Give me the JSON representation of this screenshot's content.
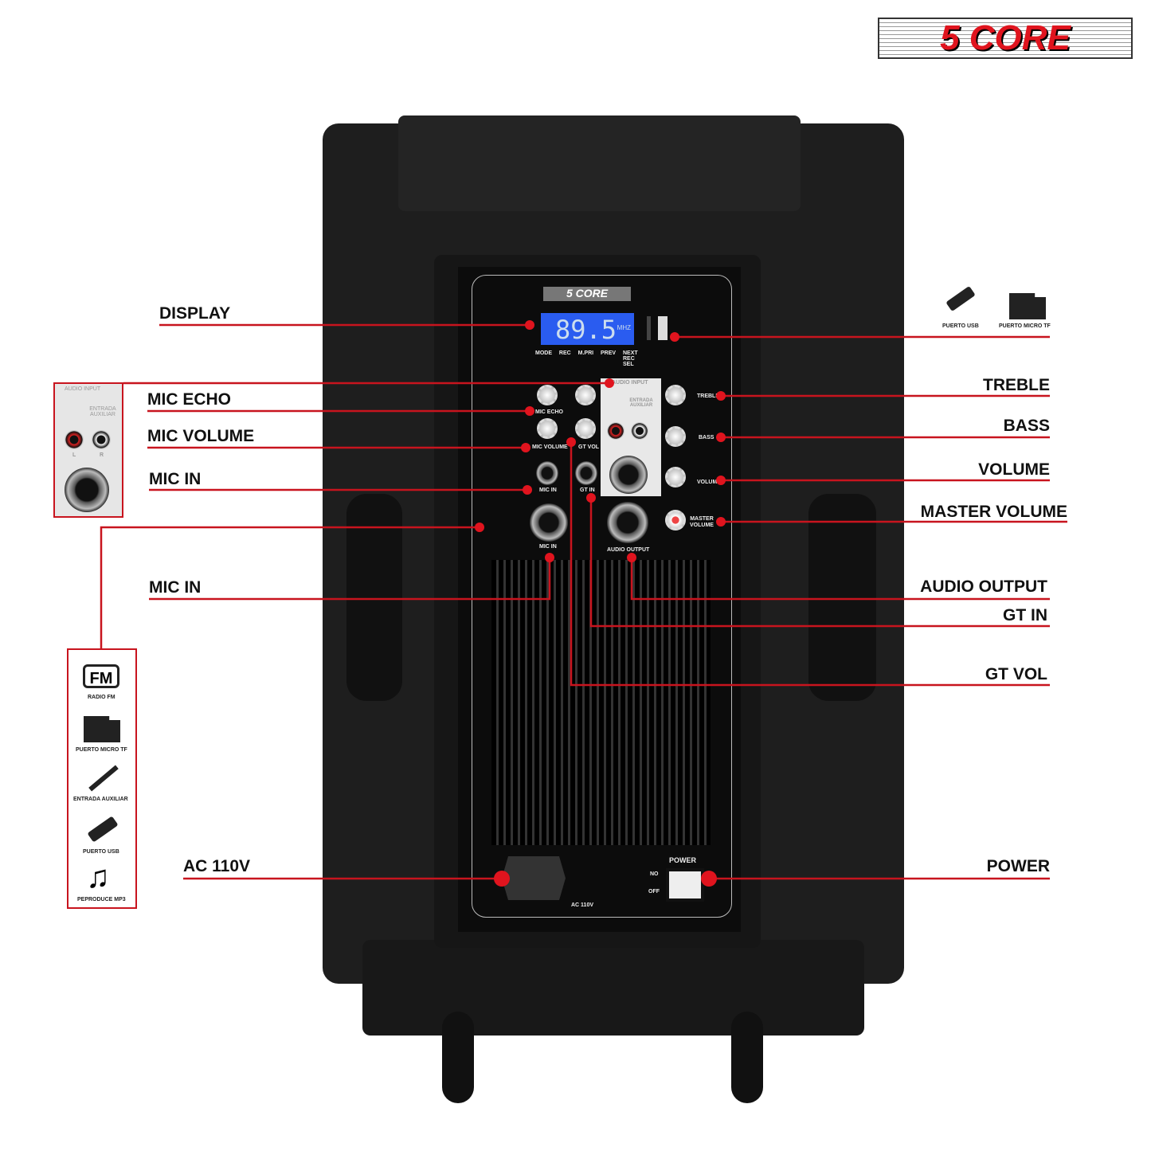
{
  "brand": {
    "logo": "5 CORE"
  },
  "panel": {
    "display_value": "89.5",
    "display_unit": "MHZ",
    "logo": "5 CORE",
    "buttons": [
      "MODE",
      "REC",
      "M.PRI",
      "PREV",
      "NEXT REC SEL"
    ],
    "audio_input": "AUDIO INPUT",
    "entrada": "ENTRADA AUXILIAR",
    "knob_labels": {
      "mic_echo": "MIC ECHO",
      "mic_volume": "MIC VOLUME",
      "gt_vol": "GT VOL",
      "gt_in": "GT IN",
      "mic_in": "MIC IN",
      "mic_in_xlr": "MIC IN",
      "audio_output": "AUDIO OUTPUT",
      "treble": "TREBLE",
      "bass": "BASS",
      "volume": "VOLUME",
      "master_volume": "MASTER VOLUME"
    },
    "power": "POWER",
    "on": "NO",
    "off": "OFF",
    "ac": "AC 110V"
  },
  "callouts": {
    "left": [
      "DISPLAY",
      "MIC ECHO",
      "MIC VOLUME",
      "MIC IN",
      "MIC IN",
      "AC 110V"
    ],
    "right": [
      "TREBLE",
      "BASS",
      "VOLUME",
      "MASTER VOLUME",
      "AUDIO OUTPUT",
      "GT IN",
      "GT VOL",
      "POWER"
    ]
  },
  "top_right_icons": [
    {
      "icon": "usb-icon",
      "label": "PUERTO USB"
    },
    {
      "icon": "microsd-icon",
      "label": "PUERTO MICRO TF"
    }
  ],
  "audio_input_inset": {
    "title": "AUDIO INPUT",
    "subtitle": "ENTRADA AUXILIAR",
    "l": "L",
    "r": "R"
  },
  "feature_box": [
    {
      "icon": "fm-radio-icon",
      "label": "RADIO FM",
      "glyph": "FM"
    },
    {
      "icon": "microsd-icon",
      "label": "PUERTO MICRO TF"
    },
    {
      "icon": "aux-jack-icon",
      "label": "ENTRADA AUXILIAR"
    },
    {
      "icon": "usb-icon",
      "label": "PUERTO USB"
    },
    {
      "icon": "music-note-icon",
      "label": "PEPRODUCE MP3",
      "glyph": "♫"
    }
  ],
  "colors": {
    "accent": "#c8141e",
    "speaker": "#1c1c1c",
    "display": "#2a5cf0"
  }
}
